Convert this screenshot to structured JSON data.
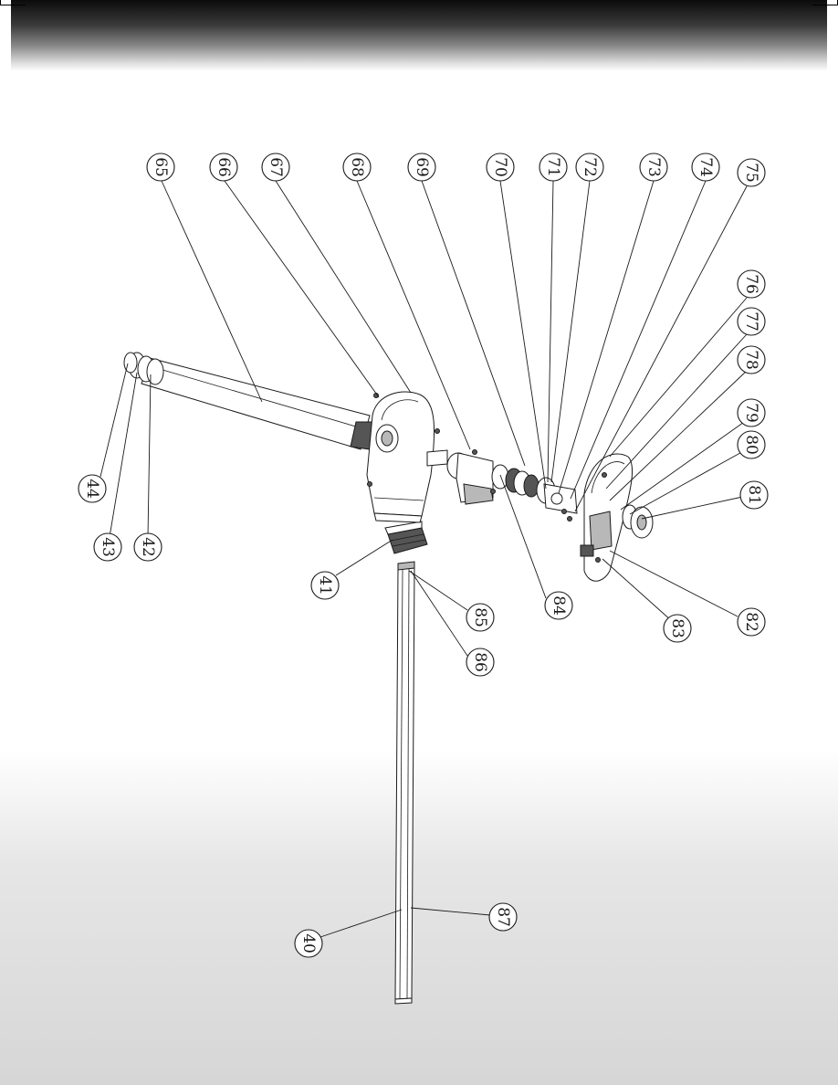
{
  "callouts": [
    {
      "id": "65",
      "label": "65"
    },
    {
      "id": "66",
      "label": "66"
    },
    {
      "id": "67",
      "label": "67"
    },
    {
      "id": "68",
      "label": "68"
    },
    {
      "id": "69",
      "label": "69"
    },
    {
      "id": "70",
      "label": "70"
    },
    {
      "id": "71",
      "label": "71"
    },
    {
      "id": "72",
      "label": "72"
    },
    {
      "id": "73",
      "label": "73"
    },
    {
      "id": "74",
      "label": "74"
    },
    {
      "id": "75",
      "label": "75"
    },
    {
      "id": "76",
      "label": "76"
    },
    {
      "id": "77",
      "label": "77"
    },
    {
      "id": "78",
      "label": "78"
    },
    {
      "id": "79",
      "label": "79"
    },
    {
      "id": "80",
      "label": "80"
    },
    {
      "id": "81",
      "label": "81"
    },
    {
      "id": "82",
      "label": "82"
    },
    {
      "id": "83",
      "label": "83"
    },
    {
      "id": "84",
      "label": "84"
    },
    {
      "id": "85",
      "label": "85"
    },
    {
      "id": "86",
      "label": "86"
    },
    {
      "id": "87",
      "label": "87"
    },
    {
      "id": "40",
      "label": "40"
    },
    {
      "id": "41",
      "label": "41"
    },
    {
      "id": "42",
      "label": "42"
    },
    {
      "id": "43",
      "label": "43"
    },
    {
      "id": "44",
      "label": "44"
    }
  ],
  "colors": {
    "ink": "#1a1a1a",
    "header_dark": "#0b0b0b",
    "wash": "#d6d6d6"
  }
}
